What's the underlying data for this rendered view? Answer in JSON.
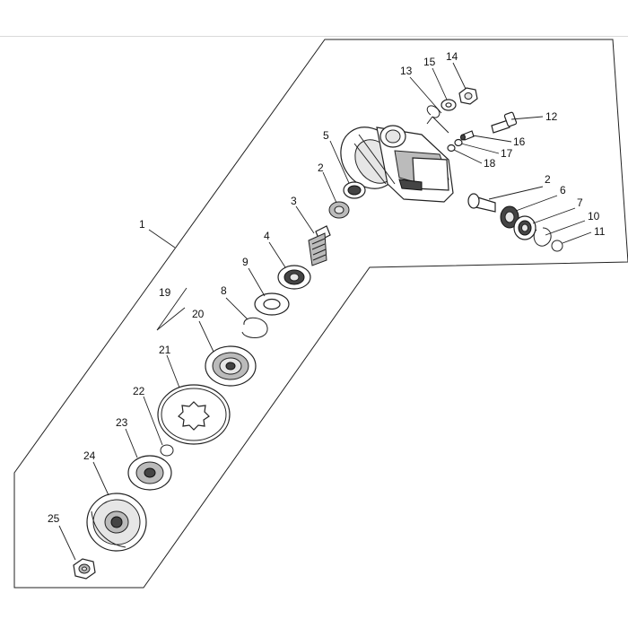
{
  "diagram": {
    "callouts": [
      {
        "id": "1",
        "label": "1"
      },
      {
        "id": "2a",
        "label": "2"
      },
      {
        "id": "2b",
        "label": "2"
      },
      {
        "id": "3",
        "label": "3"
      },
      {
        "id": "4",
        "label": "4"
      },
      {
        "id": "5",
        "label": "5"
      },
      {
        "id": "6",
        "label": "6"
      },
      {
        "id": "7",
        "label": "7"
      },
      {
        "id": "8",
        "label": "8"
      },
      {
        "id": "9",
        "label": "9"
      },
      {
        "id": "10",
        "label": "10"
      },
      {
        "id": "11",
        "label": "11"
      },
      {
        "id": "12",
        "label": "12"
      },
      {
        "id": "13",
        "label": "13"
      },
      {
        "id": "14",
        "label": "14"
      },
      {
        "id": "15",
        "label": "15"
      },
      {
        "id": "16",
        "label": "16"
      },
      {
        "id": "17",
        "label": "17"
      },
      {
        "id": "18",
        "label": "18"
      },
      {
        "id": "19",
        "label": "19"
      },
      {
        "id": "20",
        "label": "20"
      },
      {
        "id": "21",
        "label": "21"
      },
      {
        "id": "22",
        "label": "22"
      },
      {
        "id": "23",
        "label": "23"
      },
      {
        "id": "24",
        "label": "24"
      },
      {
        "id": "25",
        "label": "25"
      }
    ]
  }
}
